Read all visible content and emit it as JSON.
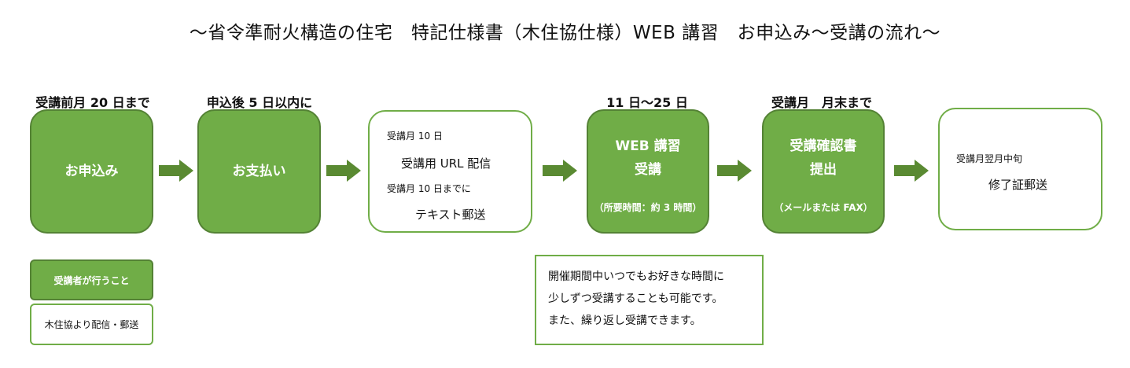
{
  "title": "～省令準耐火構造の住宅　特記仕様書（木住協仕様）WEB 講習　お申込み～受講の流れ～",
  "deadlines": {
    "step1": "受講前月 20 日まで",
    "step2": "申込後 5 日以内に",
    "step4": "11 日～25 日",
    "step5": "受講月　月末まで"
  },
  "steps": {
    "apply": {
      "label": "お申込み"
    },
    "payment": {
      "label": "お支払い"
    },
    "distribution": {
      "date1": "受講月 10 日",
      "item1": "受講用 URL 配信",
      "date2": "受講月 10 日までに",
      "item2": "テキスト郵送"
    },
    "web": {
      "line1": "WEB 講習",
      "line2": "受講",
      "note": "（所要時間：約 3 時間）"
    },
    "confirm": {
      "line1": "受講確認書",
      "line2": "提出",
      "note": "（メールまたは FAX）"
    },
    "certificate": {
      "date": "受講月翌月中旬",
      "item": "修了証郵送"
    }
  },
  "legend": {
    "attendee": "受講者が行うこと",
    "mokujukyo": "木住協より配信・郵送"
  },
  "info_note": {
    "line1": "開催期間中いつでもお好きな時間に",
    "line2": "少しずつ受講することも可能です。",
    "line3": "また、繰り返し受講できます。"
  },
  "colors": {
    "green_fill": "#70ad47",
    "green_border": "#548235",
    "arrow": "#5a8a32"
  }
}
